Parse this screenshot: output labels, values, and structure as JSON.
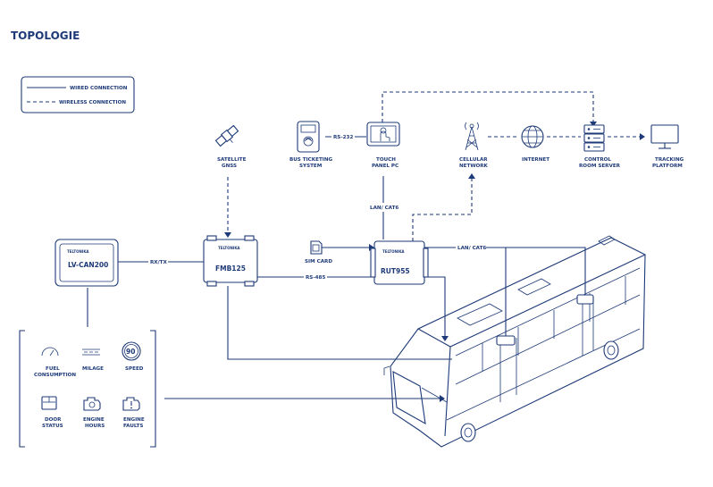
{
  "title": "TOPOLOGIE",
  "legend": {
    "wired": "WIRED CONNECTION",
    "wireless": "WIRELESS CONNECTION"
  },
  "brand": "TELTONIKA",
  "devices": {
    "lvcan": "LV-CAN200",
    "fmb": "FMB125",
    "rut": "RUT955"
  },
  "nodes": {
    "satellite": [
      "SATELLITE",
      "GNSS"
    ],
    "bus_ticketing": [
      "BUS TICKETING",
      "SYSTEM"
    ],
    "touch_panel": [
      "TOUCH",
      "PANEL PC"
    ],
    "cellular": [
      "CELLULAR",
      "NETWORK"
    ],
    "internet": [
      "INTERNET"
    ],
    "control_room": [
      "CONTROL",
      "ROOM SERVER"
    ],
    "tracking": [
      "TRACKING",
      "PLATFORM"
    ],
    "sim_card": [
      "SIM CARD"
    ]
  },
  "links": {
    "rxtx": "RX/TX",
    "rs485": "RS-485",
    "rs232": "RS-232",
    "lan_cat6_panel": "LAN/ CAT6",
    "lan_cat6_bus": "LAN/ CAT6"
  },
  "sensors": {
    "speed_value": "90",
    "fuel": [
      "FUEL",
      "CONSUMPTION"
    ],
    "milage": [
      "MILAGE"
    ],
    "speed": [
      "SPEED"
    ],
    "door": [
      "DOOR",
      "STATUS"
    ],
    "engine_hours": [
      "ENGINE",
      "HOURS"
    ],
    "engine_faults": [
      "ENGINE",
      "FAULTS"
    ]
  },
  "colors": {
    "primary": "#1e3a78",
    "background": "#ffffff"
  },
  "icons": [
    "satellite-icon",
    "ticket-terminal-icon",
    "touch-panel-icon",
    "cell-tower-icon",
    "globe-icon",
    "server-icon",
    "monitor-icon",
    "sim-card-icon",
    "gauge-icon",
    "odometer-icon",
    "speed-icon",
    "door-icon",
    "engine-icon",
    "engine-fault-icon",
    "bus-illustration"
  ]
}
